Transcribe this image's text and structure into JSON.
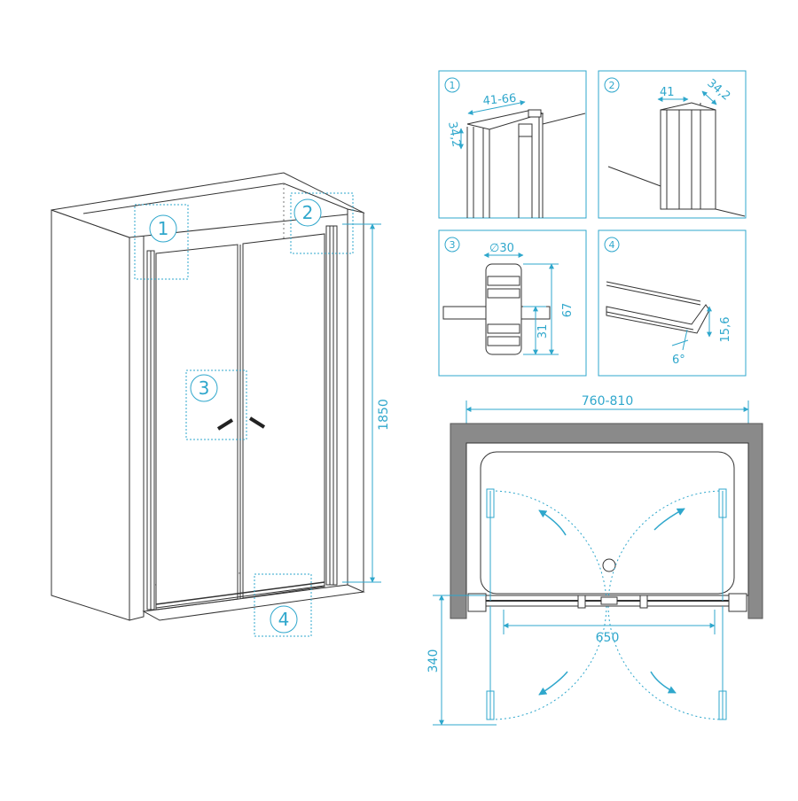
{
  "callouts": {
    "c1": "1",
    "c2": "2",
    "c3": "3",
    "c4": "4"
  },
  "dimensions": {
    "height": "1850",
    "profile_width_range": "41-66",
    "profile_depth_1": "34,2",
    "wall_profile_width": "41",
    "wall_profile_depth": "34,2",
    "handle_diameter": "∅30",
    "handle_length": "67",
    "handle_inner": "31",
    "threshold_height": "15,6",
    "threshold_angle": "6°",
    "total_width": "760-810",
    "opening_width": "650",
    "door_swing_depth": "340"
  },
  "colors": {
    "dimension": "#2fa7cc",
    "line": "#333333",
    "wall": "#8a8a8a"
  }
}
